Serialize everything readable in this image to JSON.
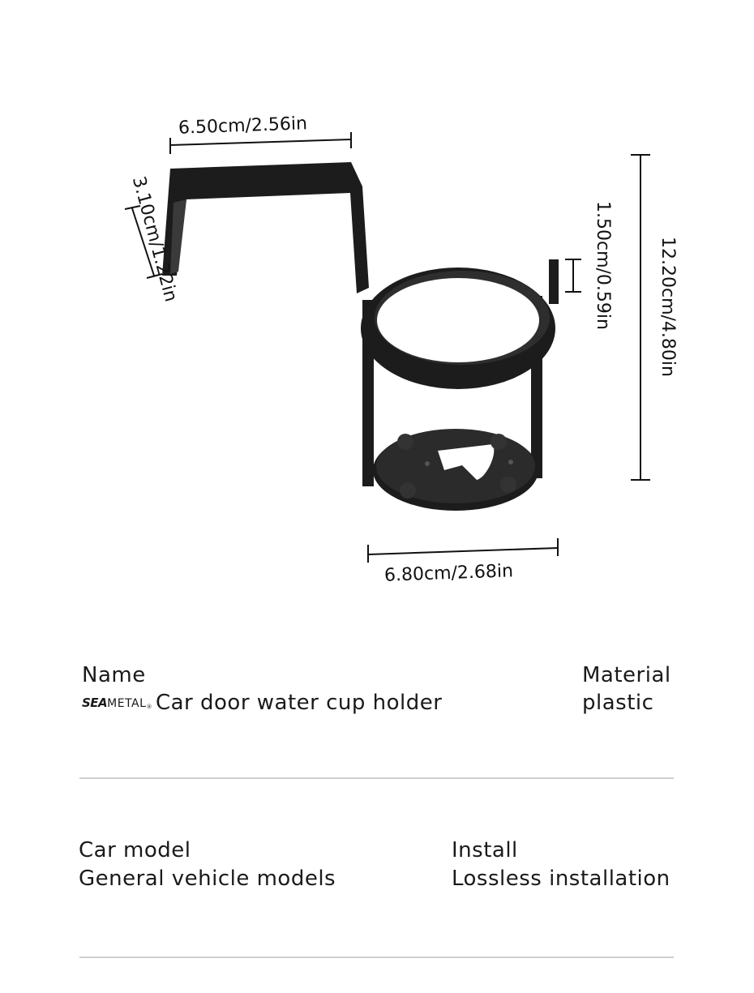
{
  "dimensions": {
    "top_width": "6.50cm/2.56in",
    "hook_depth": "3.10cm/1.22in",
    "clip_height": "1.50cm/0.59in",
    "total_height": "12.20cm/4.80in",
    "bottom_width": "6.80cm/2.68in"
  },
  "specs": {
    "name_label": "Name",
    "brand_sea": "SEA",
    "brand_metal": "METAL",
    "brand_reg": "®",
    "name_value": "Car door water cup holder",
    "material_label": "Material",
    "material_value": "plastic",
    "car_model_label": "Car model",
    "car_model_value": "General vehicle models",
    "install_label": "Install",
    "install_value": "Lossless installation"
  },
  "colors": {
    "product": "#1c1c1c",
    "divider": "#cfcfcf",
    "text": "#1a1a1a"
  }
}
